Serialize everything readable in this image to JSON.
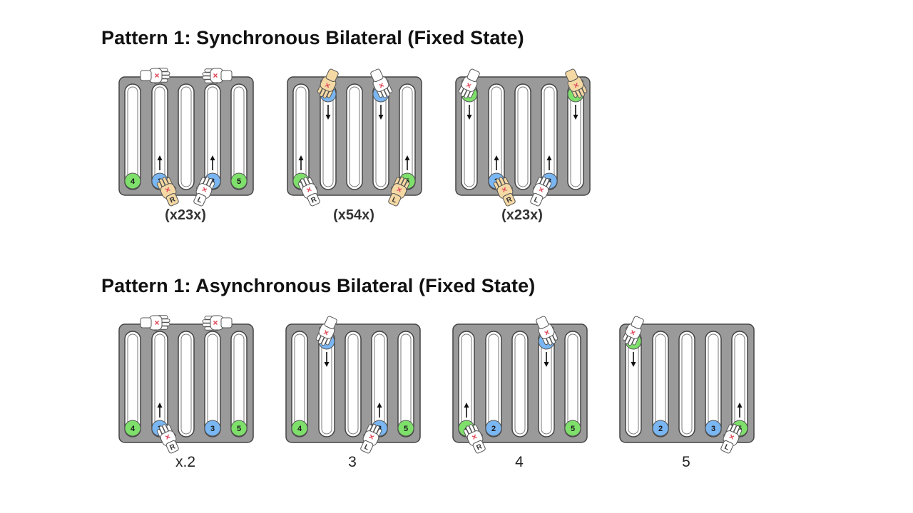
{
  "sections": [
    {
      "title": "Pattern 1: Synchronous Bilateral (Fixed State)",
      "panels": [
        {
          "caption": "(x23x)",
          "balls": [
            {
              "track": 0,
              "pos": "bottom",
              "label": "4",
              "color": "green"
            },
            {
              "track": 1,
              "pos": "bottom",
              "label": "2",
              "color": "blue",
              "arrow": "up"
            },
            {
              "track": 3,
              "pos": "bottom",
              "label": "3",
              "color": "blue",
              "arrow": "up"
            },
            {
              "track": 4,
              "pos": "bottom",
              "label": "5",
              "color": "green"
            }
          ],
          "hands": [
            {
              "track": 1,
              "pos": "bottom",
              "side": "right",
              "letter": "R",
              "tone": "tan"
            },
            {
              "track": 3,
              "pos": "bottom",
              "side": "left",
              "letter": "L",
              "tone": "white"
            },
            {
              "track": 1,
              "pos": "top-out",
              "side": "right",
              "letter": "",
              "tone": "white"
            },
            {
              "track": 3,
              "pos": "top-out",
              "side": "left",
              "letter": "",
              "tone": "white"
            }
          ]
        },
        {
          "caption": "(x54x)",
          "balls": [
            {
              "track": 1,
              "pos": "top",
              "label": "2",
              "color": "blue",
              "arrow": "down"
            },
            {
              "track": 3,
              "pos": "top",
              "label": "3",
              "color": "blue",
              "arrow": "down"
            },
            {
              "track": 0,
              "pos": "bottom",
              "label": "4",
              "color": "green",
              "arrow": "up"
            },
            {
              "track": 4,
              "pos": "bottom",
              "label": "5",
              "color": "green",
              "arrow": "up"
            }
          ],
          "hands": [
            {
              "track": 1,
              "pos": "top",
              "side": "right",
              "letter": "",
              "tone": "tan"
            },
            {
              "track": 3,
              "pos": "top",
              "side": "left",
              "letter": "",
              "tone": "white"
            },
            {
              "track": 0,
              "pos": "bottom",
              "side": "right",
              "letter": "R",
              "tone": "white"
            },
            {
              "track": 4,
              "pos": "bottom",
              "side": "left",
              "letter": "L",
              "tone": "tan"
            }
          ]
        },
        {
          "caption": "(x23x)",
          "balls": [
            {
              "track": 0,
              "pos": "top",
              "label": "4",
              "color": "green",
              "arrow": "down"
            },
            {
              "track": 4,
              "pos": "top",
              "label": "5",
              "color": "green",
              "arrow": "down"
            },
            {
              "track": 1,
              "pos": "bottom",
              "label": "2",
              "color": "blue",
              "arrow": "up"
            },
            {
              "track": 3,
              "pos": "bottom",
              "label": "3",
              "color": "blue",
              "arrow": "up"
            }
          ],
          "hands": [
            {
              "track": 0,
              "pos": "top",
              "side": "right",
              "letter": "",
              "tone": "white"
            },
            {
              "track": 4,
              "pos": "top",
              "side": "left",
              "letter": "",
              "tone": "tan"
            },
            {
              "track": 1,
              "pos": "bottom",
              "side": "right",
              "letter": "R",
              "tone": "tan"
            },
            {
              "track": 3,
              "pos": "bottom",
              "side": "left",
              "letter": "L",
              "tone": "white"
            }
          ]
        }
      ]
    },
    {
      "title": "Pattern 1: Asynchronous Bilateral (Fixed State)",
      "panels": [
        {
          "caption": "x.2",
          "balls": [
            {
              "track": 0,
              "pos": "bottom",
              "label": "4",
              "color": "green"
            },
            {
              "track": 1,
              "pos": "bottom",
              "label": "2",
              "color": "blue",
              "arrow": "up"
            },
            {
              "track": 3,
              "pos": "bottom",
              "label": "3",
              "color": "blue"
            },
            {
              "track": 4,
              "pos": "bottom",
              "label": "5",
              "color": "green"
            }
          ],
          "hands": [
            {
              "track": 1,
              "pos": "bottom",
              "side": "right",
              "letter": "R",
              "tone": "white"
            },
            {
              "track": 1,
              "pos": "top-out",
              "side": "right",
              "letter": "",
              "tone": "white"
            },
            {
              "track": 3,
              "pos": "top-out",
              "side": "left",
              "letter": "",
              "tone": "white"
            }
          ]
        },
        {
          "caption": "3",
          "balls": [
            {
              "track": 0,
              "pos": "bottom",
              "label": "4",
              "color": "green"
            },
            {
              "track": 1,
              "pos": "top",
              "label": "2",
              "color": "blue",
              "arrow": "down"
            },
            {
              "track": 3,
              "pos": "bottom",
              "label": "3",
              "color": "blue",
              "arrow": "up"
            },
            {
              "track": 4,
              "pos": "bottom",
              "label": "5",
              "color": "green"
            }
          ],
          "hands": [
            {
              "track": 1,
              "pos": "top",
              "side": "right",
              "letter": "",
              "tone": "white"
            },
            {
              "track": 3,
              "pos": "bottom",
              "side": "left",
              "letter": "L",
              "tone": "white"
            }
          ]
        },
        {
          "caption": "4",
          "balls": [
            {
              "track": 0,
              "pos": "bottom",
              "label": "4",
              "color": "green",
              "arrow": "up"
            },
            {
              "track": 1,
              "pos": "bottom",
              "label": "2",
              "color": "blue"
            },
            {
              "track": 3,
              "pos": "top",
              "label": "3",
              "color": "blue",
              "arrow": "down"
            },
            {
              "track": 4,
              "pos": "bottom",
              "label": "5",
              "color": "green"
            }
          ],
          "hands": [
            {
              "track": 0,
              "pos": "bottom",
              "side": "right",
              "letter": "R",
              "tone": "white"
            },
            {
              "track": 3,
              "pos": "top",
              "side": "left",
              "letter": "",
              "tone": "white"
            }
          ]
        },
        {
          "caption": "5",
          "balls": [
            {
              "track": 0,
              "pos": "top",
              "label": "4",
              "color": "green",
              "arrow": "down"
            },
            {
              "track": 1,
              "pos": "bottom",
              "label": "2",
              "color": "blue"
            },
            {
              "track": 3,
              "pos": "bottom",
              "label": "3",
              "color": "blue"
            },
            {
              "track": 4,
              "pos": "bottom",
              "label": "5",
              "color": "green",
              "arrow": "up"
            }
          ],
          "hands": [
            {
              "track": 0,
              "pos": "top",
              "side": "right",
              "letter": "",
              "tone": "white"
            },
            {
              "track": 4,
              "pos": "bottom",
              "side": "left",
              "letter": "L",
              "tone": "white"
            }
          ]
        }
      ]
    }
  ],
  "colors": {
    "board": "#9a9a9a",
    "track": "#ffffff",
    "green_ball": "#7ee06b",
    "blue_ball": "#79b6f2",
    "tan_hand": "#f5d9a4",
    "white_hand": "#ffffff",
    "marker": "#e0485a"
  }
}
